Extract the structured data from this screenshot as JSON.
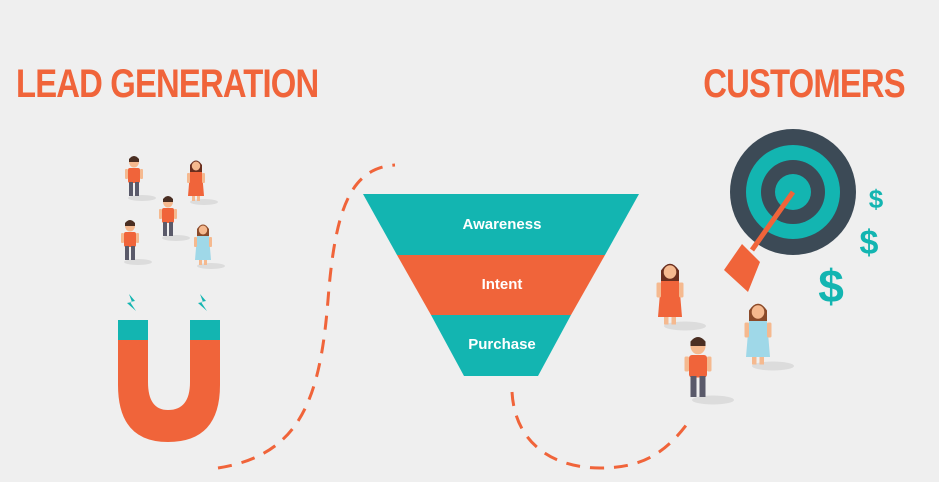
{
  "headings": {
    "left": "LEAD GENERATION",
    "right": "CUSTOMERS"
  },
  "funnel": {
    "stages": [
      {
        "label": "Awareness",
        "color": "#13b5b1"
      },
      {
        "label": "Intent",
        "color": "#f0643a"
      },
      {
        "label": "Purchase",
        "color": "#13b5b1"
      }
    ]
  },
  "dollar_signs": [
    "$",
    "$",
    "$"
  ],
  "icons": {
    "magnet": "magnet-icon",
    "target": "target-icon",
    "arrow": "arrow-icon",
    "person": "person-icon",
    "spark": "lightning-icon"
  },
  "colors": {
    "background": "#efefef",
    "orange": "#f0643a",
    "teal": "#13b5b1",
    "dark": "#3c4a56"
  }
}
